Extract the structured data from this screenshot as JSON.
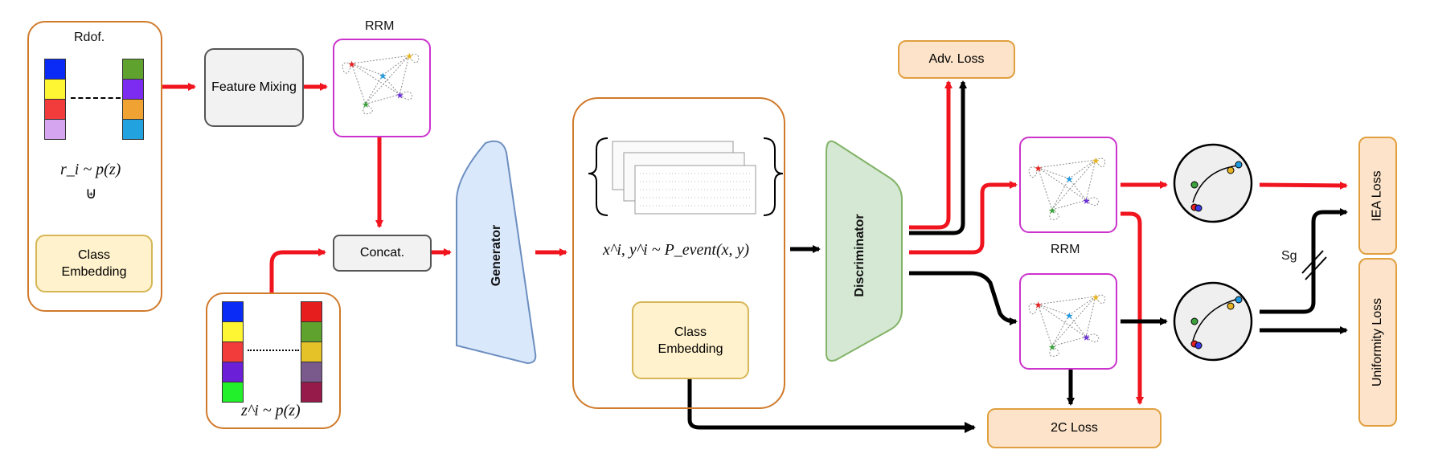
{
  "labels": {
    "rdof": "Rdof.",
    "rrm_top": "RRM",
    "rrm_right": "RRM",
    "feature_mixing": "Feature Mixing",
    "concat": "Concat.",
    "class_embedding_left": "Class Embedding",
    "class_embedding_center": "Class Embedding",
    "generator": "Generator",
    "discriminator": "Discriminator",
    "adv_loss": "Adv. Loss",
    "iea_loss": "IEA Loss",
    "uniformity_loss": "Uniformity Loss",
    "two_c_loss": "2C Loss",
    "sg": "Sg"
  },
  "math": {
    "r_sample": "r_i ~ p(z)",
    "z_sample": "z^i ~ p(z)",
    "xy_sample": "x^i, y^i ~ P_event(x, y)",
    "oplus": "⊎"
  },
  "colors": {
    "orange_border": "#D07A2B",
    "loss_fill": "#FCE3C9",
    "class_fill": "#FFF2CC",
    "class_border": "#D6B656",
    "generator_fill": "#DAE8FC",
    "generator_border": "#6C8EBF",
    "discriminator_fill": "#D5E8D4",
    "discriminator_border": "#82B366",
    "rrm_border": "#CC33CC",
    "arrow_red": "#F0141E",
    "arrow_black": "#000000"
  },
  "vectors": {
    "rdof_left": [
      "#0A2BF5",
      "#FFF633",
      "#F23B3B",
      "#D6A5F0"
    ],
    "rdof_right": [
      "#5FA32E",
      "#7B2CF0",
      "#F0A232",
      "#22A3E0"
    ],
    "z_left": [
      "#0A2BF5",
      "#FFF633",
      "#F23B3B",
      "#6B1FD6",
      "#22F02A"
    ],
    "z_right": [
      "#E61E1E",
      "#5FA32E",
      "#E6C229",
      "#7A5A8C",
      "#961A4A"
    ]
  }
}
